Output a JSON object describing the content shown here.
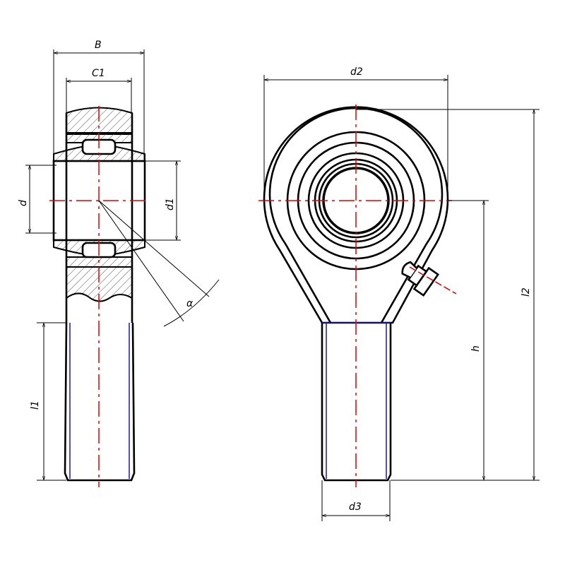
{
  "labels": {
    "B": "B",
    "C1": "C1",
    "d": "d",
    "d1": "d1",
    "alpha": "α",
    "l1": "l1",
    "d2": "d2",
    "l2": "l2",
    "h": "h",
    "d3": "d3"
  },
  "colors": {
    "centerline": "#e00000",
    "thread": "#1a1aa0",
    "outline": "#000000"
  }
}
